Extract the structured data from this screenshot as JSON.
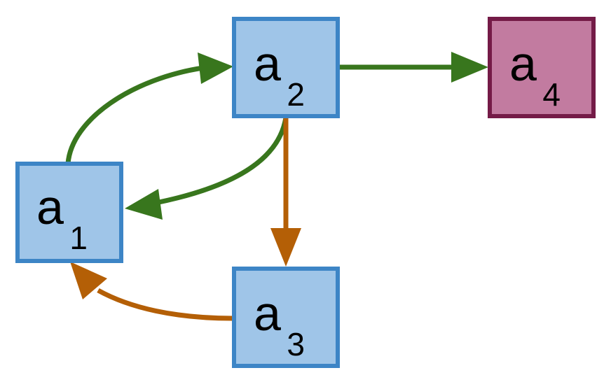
{
  "colors": {
    "blue_fill": "#9fc5e8",
    "blue_border": "#3d85c6",
    "purple_fill": "#c27ba0",
    "purple_border": "#741b47",
    "green_edge": "#38761d",
    "orange_edge": "#b45f06",
    "background": "#ffffff"
  },
  "nodes": [
    {
      "id": "a1",
      "letter": "a",
      "subscript": "1",
      "style": "blue"
    },
    {
      "id": "a2",
      "letter": "a",
      "subscript": "2",
      "style": "blue"
    },
    {
      "id": "a3",
      "letter": "a",
      "subscript": "3",
      "style": "blue"
    },
    {
      "id": "a4",
      "letter": "a",
      "subscript": "4",
      "style": "purple"
    }
  ],
  "edges": [
    {
      "from": "a1",
      "to": "a2",
      "color": "green"
    },
    {
      "from": "a2",
      "to": "a1",
      "color": "green"
    },
    {
      "from": "a2",
      "to": "a4",
      "color": "green"
    },
    {
      "from": "a2",
      "to": "a3",
      "color": "orange"
    },
    {
      "from": "a3",
      "to": "a1",
      "color": "orange"
    }
  ]
}
